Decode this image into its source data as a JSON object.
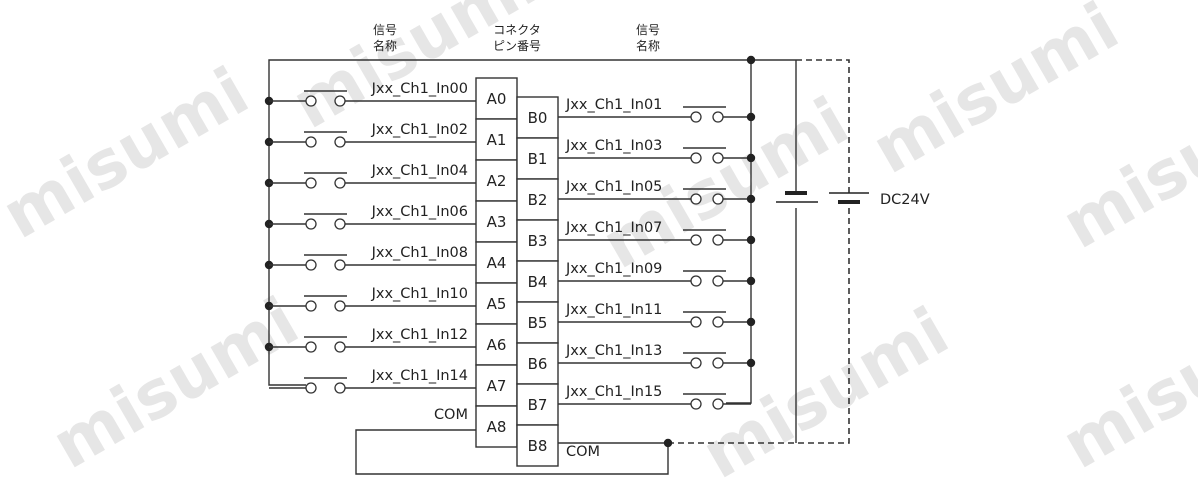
{
  "watermark": "misumi",
  "headers": {
    "left_signal": [
      "信号",
      "名称"
    ],
    "connector": [
      "コネクタ",
      "ピン番号"
    ],
    "right_signal": [
      "信号",
      "名称"
    ]
  },
  "left_rows": [
    {
      "signal": "Jxx_Ch1_In00",
      "pin": "A0"
    },
    {
      "signal": "Jxx_Ch1_In02",
      "pin": "A1"
    },
    {
      "signal": "Jxx_Ch1_In04",
      "pin": "A2"
    },
    {
      "signal": "Jxx_Ch1_In06",
      "pin": "A3"
    },
    {
      "signal": "Jxx_Ch1_In08",
      "pin": "A4"
    },
    {
      "signal": "Jxx_Ch1_In10",
      "pin": "A5"
    },
    {
      "signal": "Jxx_Ch1_In12",
      "pin": "A6"
    },
    {
      "signal": "Jxx_Ch1_In14",
      "pin": "A7"
    },
    {
      "signal": "COM",
      "pin": "A8"
    }
  ],
  "right_rows": [
    {
      "signal": "Jxx_Ch1_In01",
      "pin": "B0"
    },
    {
      "signal": "Jxx_Ch1_In03",
      "pin": "B1"
    },
    {
      "signal": "Jxx_Ch1_In05",
      "pin": "B2"
    },
    {
      "signal": "Jxx_Ch1_In07",
      "pin": "B3"
    },
    {
      "signal": "Jxx_Ch1_In09",
      "pin": "B4"
    },
    {
      "signal": "Jxx_Ch1_In11",
      "pin": "B5"
    },
    {
      "signal": "Jxx_Ch1_In13",
      "pin": "B6"
    },
    {
      "signal": "Jxx_Ch1_In15",
      "pin": "B7"
    },
    {
      "signal": "COM",
      "pin": "B8"
    }
  ],
  "power_label": "DC24V"
}
